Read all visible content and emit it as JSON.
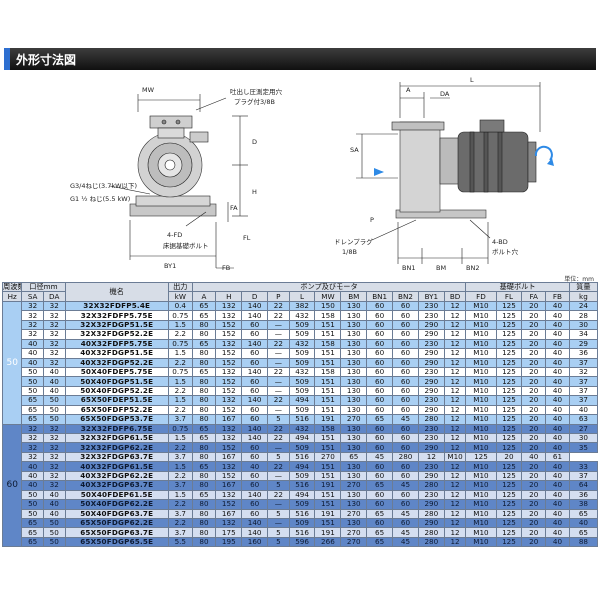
{
  "section_title": "外形寸法図",
  "unit_note": "単位：mm",
  "drawing_labels": {
    "mw": "MW",
    "pressure_port": "吐出し圧測定用穴",
    "plug": "プラグ付3/8B",
    "d": "D",
    "h": "H",
    "g3_4": "G3/4ねじ(3.7kW以下)",
    "g1_half": "G1 ½ ねじ(5.5 kW)",
    "fd": "4-FD",
    "base_bolt": "床据基礎ボルト",
    "fa": "FA",
    "fl": "FL",
    "by1": "BY1",
    "fb": "FB",
    "l": "L",
    "a": "A",
    "da": "DA",
    "sa": "SA",
    "p": "P",
    "drain_plug": "ドレンプラグ",
    "drain_size": "1/8B",
    "bd": "4-BD",
    "bolt_hole": "ボルト穴",
    "bn1": "BN1",
    "bm": "BM",
    "bn2": "BN2"
  },
  "table": {
    "header1": {
      "freq": "周波数",
      "bore": "口径mm",
      "model": "機名",
      "output": "出力",
      "pump_motor": "ポンプ及びモータ",
      "base_bolt": "基礎ボルト",
      "mass": "質量"
    },
    "header2": {
      "hz": "Hz",
      "sa": "SA",
      "da": "DA",
      "kw": "kW",
      "a": "A",
      "h": "H",
      "d": "D",
      "p": "P",
      "l": "L",
      "mw": "MW",
      "bm": "BM",
      "bn1": "BN1",
      "bn2": "BN2",
      "by1": "BY1",
      "bd": "BD",
      "fd": "FD",
      "fl": "FL",
      "fa": "FA",
      "fb": "FB",
      "kg": "kg"
    },
    "groups": [
      {
        "hz": "50",
        "rows": [
          [
            "32",
            "32",
            "32X32FDFP5.4E",
            "0.4",
            "65",
            "132",
            "140",
            "22",
            "382",
            "150",
            "130",
            "60",
            "60",
            "230",
            "12",
            "M10",
            "125",
            "20",
            "40",
            "24"
          ],
          [
            "32",
            "32",
            "32X32FDFP5.75E",
            "0.75",
            "65",
            "132",
            "140",
            "22",
            "432",
            "158",
            "130",
            "60",
            "60",
            "230",
            "12",
            "M10",
            "125",
            "20",
            "40",
            "28"
          ],
          [
            "32",
            "32",
            "32X32FDGP51.5E",
            "1.5",
            "80",
            "152",
            "60",
            "—",
            "509",
            "151",
            "130",
            "60",
            "60",
            "290",
            "12",
            "M10",
            "125",
            "20",
            "40",
            "30"
          ],
          [
            "32",
            "32",
            "32X32FDGP52.2E",
            "2.2",
            "80",
            "152",
            "60",
            "—",
            "509",
            "151",
            "130",
            "60",
            "60",
            "290",
            "12",
            "M10",
            "125",
            "20",
            "40",
            "34"
          ],
          [
            "40",
            "32",
            "40X32FDFP5.75E",
            "0.75",
            "65",
            "132",
            "140",
            "22",
            "432",
            "158",
            "130",
            "60",
            "60",
            "230",
            "12",
            "M10",
            "125",
            "20",
            "40",
            "29"
          ],
          [
            "40",
            "32",
            "40X32FDGP51.5E",
            "1.5",
            "80",
            "152",
            "60",
            "—",
            "509",
            "151",
            "130",
            "60",
            "60",
            "290",
            "12",
            "M10",
            "125",
            "20",
            "40",
            "36"
          ],
          [
            "40",
            "32",
            "40X32FDGP52.2E",
            "2.2",
            "80",
            "152",
            "60",
            "—",
            "509",
            "151",
            "130",
            "60",
            "60",
            "290",
            "12",
            "M10",
            "125",
            "20",
            "40",
            "37"
          ],
          [
            "50",
            "40",
            "50X40FDEP5.75E",
            "0.75",
            "65",
            "132",
            "140",
            "22",
            "432",
            "158",
            "130",
            "60",
            "60",
            "230",
            "12",
            "M10",
            "125",
            "20",
            "40",
            "32"
          ],
          [
            "50",
            "40",
            "50X40FDGP51.5E",
            "1.5",
            "80",
            "152",
            "60",
            "—",
            "509",
            "151",
            "130",
            "60",
            "60",
            "290",
            "12",
            "M10",
            "125",
            "20",
            "40",
            "37"
          ],
          [
            "50",
            "40",
            "50X40FDGP52.2E",
            "2.2",
            "80",
            "152",
            "60",
            "—",
            "509",
            "151",
            "130",
            "60",
            "60",
            "290",
            "12",
            "M10",
            "125",
            "20",
            "40",
            "37"
          ],
          [
            "65",
            "50",
            "65X50FDEP51.5E",
            "1.5",
            "80",
            "132",
            "140",
            "22",
            "494",
            "151",
            "130",
            "60",
            "60",
            "230",
            "12",
            "M10",
            "125",
            "20",
            "40",
            "37"
          ],
          [
            "65",
            "50",
            "65X50FDFP52.2E",
            "2.2",
            "80",
            "152",
            "60",
            "—",
            "509",
            "151",
            "130",
            "60",
            "60",
            "290",
            "12",
            "M10",
            "125",
            "20",
            "40",
            "40"
          ],
          [
            "65",
            "50",
            "65X50FDGP53.7E",
            "3.7",
            "80",
            "167",
            "60",
            "5",
            "516",
            "191",
            "270",
            "65",
            "45",
            "280",
            "12",
            "M10",
            "125",
            "20",
            "40",
            "63"
          ]
        ]
      },
      {
        "hz": "60",
        "rows": [
          [
            "32",
            "32",
            "32X32FDFP6.75E",
            "0.75",
            "65",
            "132",
            "140",
            "22",
            "432",
            "158",
            "130",
            "60",
            "60",
            "230",
            "12",
            "M10",
            "125",
            "20",
            "40",
            "27"
          ],
          [
            "32",
            "32",
            "32X32FDGP61.5E",
            "1.5",
            "65",
            "132",
            "140",
            "22",
            "494",
            "151",
            "130",
            "60",
            "60",
            "230",
            "12",
            "M10",
            "125",
            "20",
            "40",
            "30"
          ],
          [
            "32",
            "32",
            "32X32FDGP62.2E",
            "2.2",
            "80",
            "152",
            "60",
            "—",
            "509",
            "151",
            "130",
            "60",
            "60",
            "290",
            "12",
            "M10",
            "125",
            "20",
            "40",
            "35"
          ],
          [
            "32",
            "32",
            "32X32FDGP63.7E",
            "3.7",
            "80",
            "167",
            "60",
            "5",
            "516",
            "270",
            "65",
            "45",
            "280",
            "12",
            "M10",
            "125",
            "20",
            "40",
            "61"
          ],
          [
            "40",
            "32",
            "40X32FDGP61.5E",
            "1.5",
            "65",
            "132",
            "40",
            "22",
            "494",
            "151",
            "130",
            "60",
            "60",
            "230",
            "12",
            "M10",
            "125",
            "20",
            "40",
            "33"
          ],
          [
            "40",
            "32",
            "40X32FDGP62.2E",
            "2.2",
            "80",
            "152",
            "60",
            "—",
            "509",
            "151",
            "130",
            "60",
            "60",
            "290",
            "12",
            "M10",
            "125",
            "20",
            "40",
            "37"
          ],
          [
            "40",
            "32",
            "40X32FDGP63.7E",
            "3.7",
            "80",
            "167",
            "60",
            "5",
            "516",
            "191",
            "270",
            "65",
            "45",
            "280",
            "12",
            "M10",
            "125",
            "20",
            "40",
            "64"
          ],
          [
            "50",
            "40",
            "50X40FDEP61.5E",
            "1.5",
            "65",
            "132",
            "140",
            "22",
            "494",
            "151",
            "130",
            "60",
            "60",
            "230",
            "12",
            "M10",
            "125",
            "20",
            "40",
            "36"
          ],
          [
            "50",
            "40",
            "50X40FDGP62.2E",
            "2.2",
            "80",
            "152",
            "60",
            "—",
            "509",
            "151",
            "130",
            "60",
            "60",
            "290",
            "12",
            "M10",
            "125",
            "20",
            "40",
            "38"
          ],
          [
            "50",
            "40",
            "50X40FDGP63.7E",
            "3.7",
            "80",
            "167",
            "60",
            "5",
            "516",
            "191",
            "270",
            "65",
            "45",
            "280",
            "12",
            "M10",
            "125",
            "20",
            "40",
            "65"
          ],
          [
            "65",
            "50",
            "65X50FDGP62.2E",
            "2.2",
            "80",
            "132",
            "140",
            "—",
            "509",
            "151",
            "130",
            "60",
            "60",
            "290",
            "12",
            "M10",
            "125",
            "20",
            "40",
            "40"
          ],
          [
            "65",
            "50",
            "65X50FDGP63.7E",
            "3.7",
            "80",
            "175",
            "140",
            "5",
            "516",
            "191",
            "270",
            "65",
            "45",
            "280",
            "12",
            "M10",
            "125",
            "20",
            "40",
            "65"
          ],
          [
            "65",
            "50",
            "65X50FDGP65.5E",
            "5.5",
            "80",
            "195",
            "160",
            "5",
            "596",
            "266",
            "270",
            "65",
            "45",
            "280",
            "12",
            "M10",
            "125",
            "20",
            "40",
            "88"
          ]
        ]
      }
    ]
  }
}
